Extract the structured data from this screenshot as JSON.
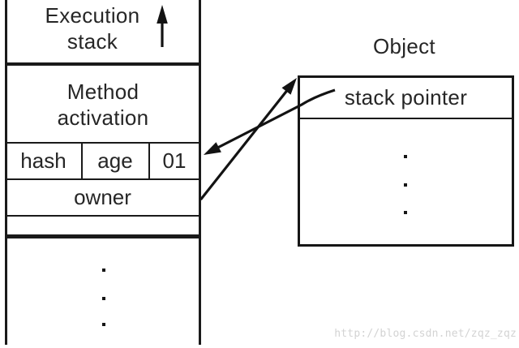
{
  "stack": {
    "title": "Execution\nstack",
    "method_activation": "Method\nactivation",
    "fields": [
      "hash",
      "age",
      "01"
    ],
    "owner": "owner"
  },
  "object": {
    "title": "Object",
    "pointer_field": "stack pointer"
  },
  "watermark": {
    "text": "http://blog.csdn.net/zqz_zqz"
  },
  "colors": {
    "line": "#1a1a1a",
    "text": "#262626",
    "background": "#ffffff",
    "watermark": "#d3d3d3"
  }
}
